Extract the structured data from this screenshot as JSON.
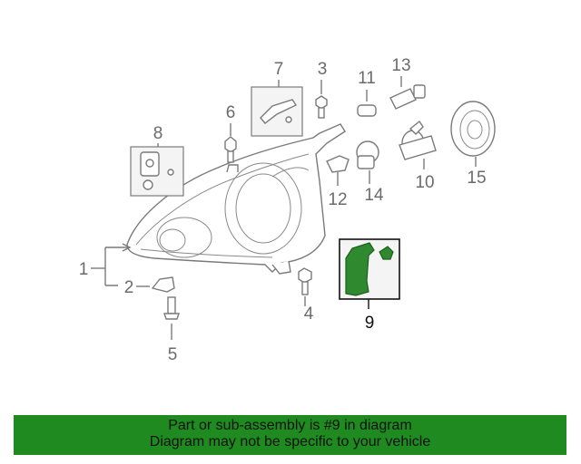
{
  "diagram": {
    "labels": {
      "n1": "1",
      "n2": "2",
      "n3": "3",
      "n4": "4",
      "n5": "5",
      "n6": "6",
      "n7": "7",
      "n8": "8",
      "n9": "9",
      "n10": "10",
      "n11": "11",
      "n12": "12",
      "n13": "13",
      "n14": "14",
      "n15": "15"
    },
    "highlight_color": "#2f8a2f"
  },
  "banner": {
    "line1": "Part or sub-assembly is #9 in diagram",
    "line2": "Diagram may not be specific to your vehicle",
    "background": "#1f8a1f"
  }
}
